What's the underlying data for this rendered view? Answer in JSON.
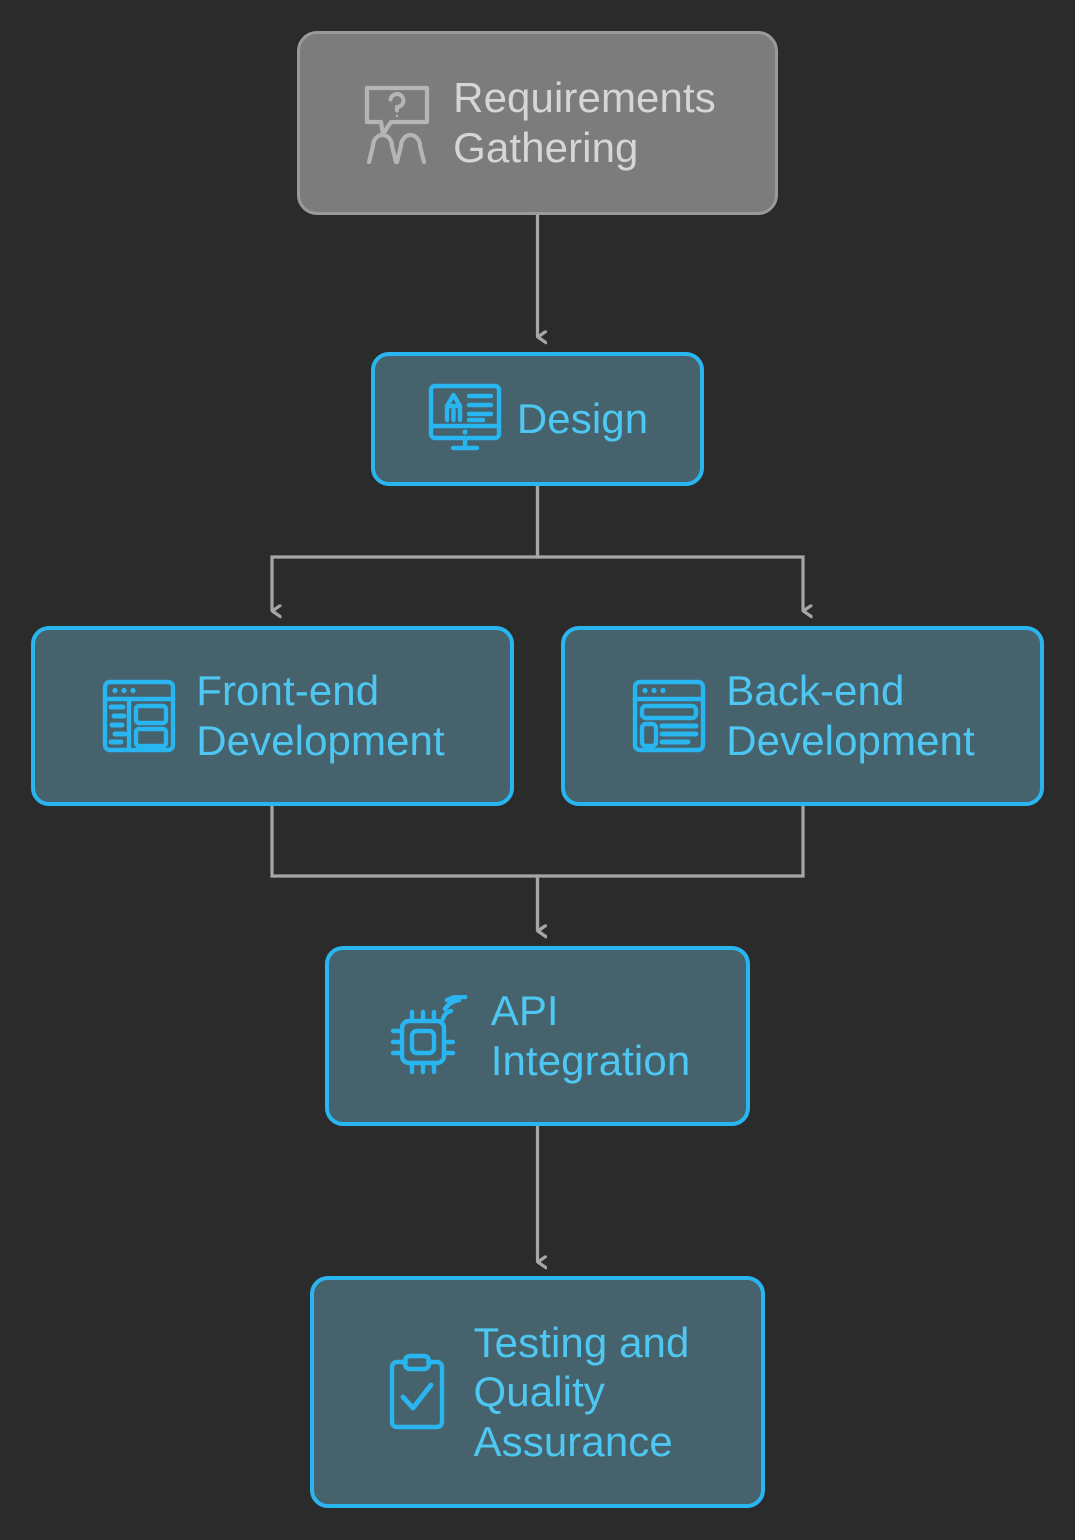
{
  "diagram": {
    "title": "Software Development Process Flowchart",
    "type": "flowchart",
    "background_color": "#2b2b2b",
    "direction": "top-to-bottom",
    "styles": {
      "pending_fill": "#7c7c7c",
      "pending_border": "#9a9a9a",
      "pending_text": "#d6d6d6",
      "active_fill": "#46626c",
      "active_border": "#29b6f0",
      "active_text": "#4ec8f2",
      "edge_color": "#a6a6a6"
    },
    "nodes": [
      {
        "id": "requirements",
        "label": "Requirements\nGathering",
        "icon": "requirements-gathering-icon",
        "style": "pending"
      },
      {
        "id": "design",
        "label": "Design",
        "icon": "design-monitor-icon",
        "style": "active"
      },
      {
        "id": "frontend",
        "label": "Front-end\nDevelopment",
        "icon": "frontend-layout-icon",
        "style": "active"
      },
      {
        "id": "backend",
        "label": "Back-end\nDevelopment",
        "icon": "backend-layout-icon",
        "style": "active"
      },
      {
        "id": "api",
        "label": "API\nIntegration",
        "icon": "api-chip-icon",
        "style": "active"
      },
      {
        "id": "testing",
        "label": "Testing and\nQuality\nAssurance",
        "icon": "clipboard-check-icon",
        "style": "active"
      }
    ],
    "edges": [
      {
        "from": "requirements",
        "to": "design",
        "arrow": true
      },
      {
        "from": "design",
        "to": "frontend",
        "arrow": true
      },
      {
        "from": "design",
        "to": "backend",
        "arrow": true
      },
      {
        "from": "frontend",
        "to": "api",
        "arrow": true
      },
      {
        "from": "backend",
        "to": "api",
        "arrow": true
      },
      {
        "from": "api",
        "to": "testing",
        "arrow": true
      }
    ]
  }
}
